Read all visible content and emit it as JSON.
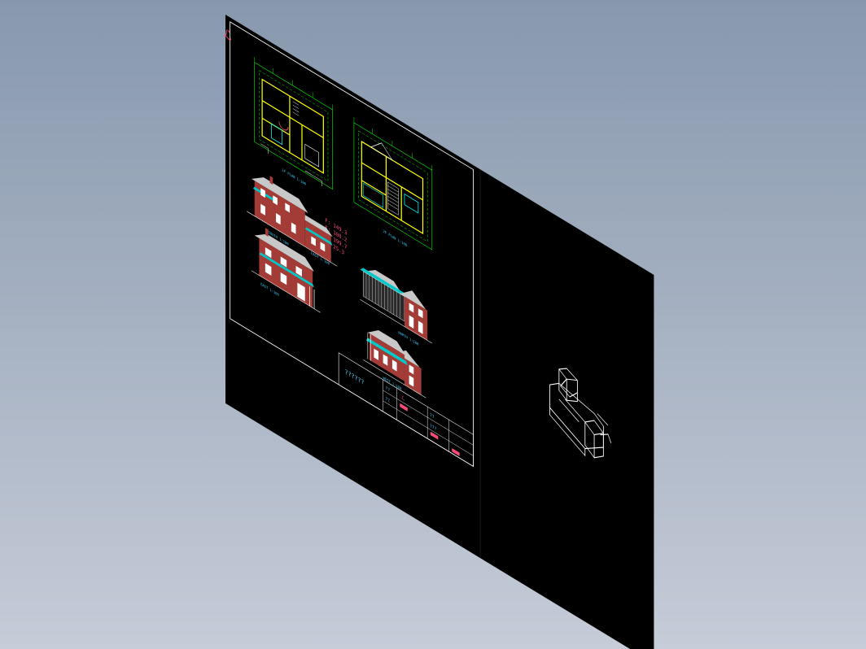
{
  "viewport": {
    "background_top": "#8798ae",
    "background_bottom": "#c6ccd8"
  },
  "sheet": {
    "color": "#000000",
    "corner_mark": "ℒ",
    "area_table": {
      "lines": [
        "F: 149.3",
        "F: 108.2",
        "F: 199.7",
        "F: 25.3"
      ],
      "color": "#ff4d7a"
    },
    "drawing_labels": {
      "plan_first": "1F PLAN 1:100",
      "plan_second": "2F PLAN 1:100",
      "elev_south": "SOUTH 1:100",
      "elev_east": "EAST 1:100",
      "elev_north": "NORTH 1:100",
      "elev_west": "WEST 1:100",
      "elev_south_2": "SOUTH 1:100"
    },
    "title_block": {
      "project": "??????",
      "cell_a": "??",
      "cell_b": "ℒ",
      "cell_c": "??",
      "cell_d": "??",
      "cell_e": "???"
    }
  },
  "colors": {
    "wall": "#ffff00",
    "dimension": "#00ff00",
    "window": "#00ffff",
    "brick": "#a33b36",
    "roof": "#c8c8c8",
    "frame": "#ffffff",
    "text_cyan": "#40d0ff"
  },
  "model_3d": {
    "color": "#ffffff"
  }
}
